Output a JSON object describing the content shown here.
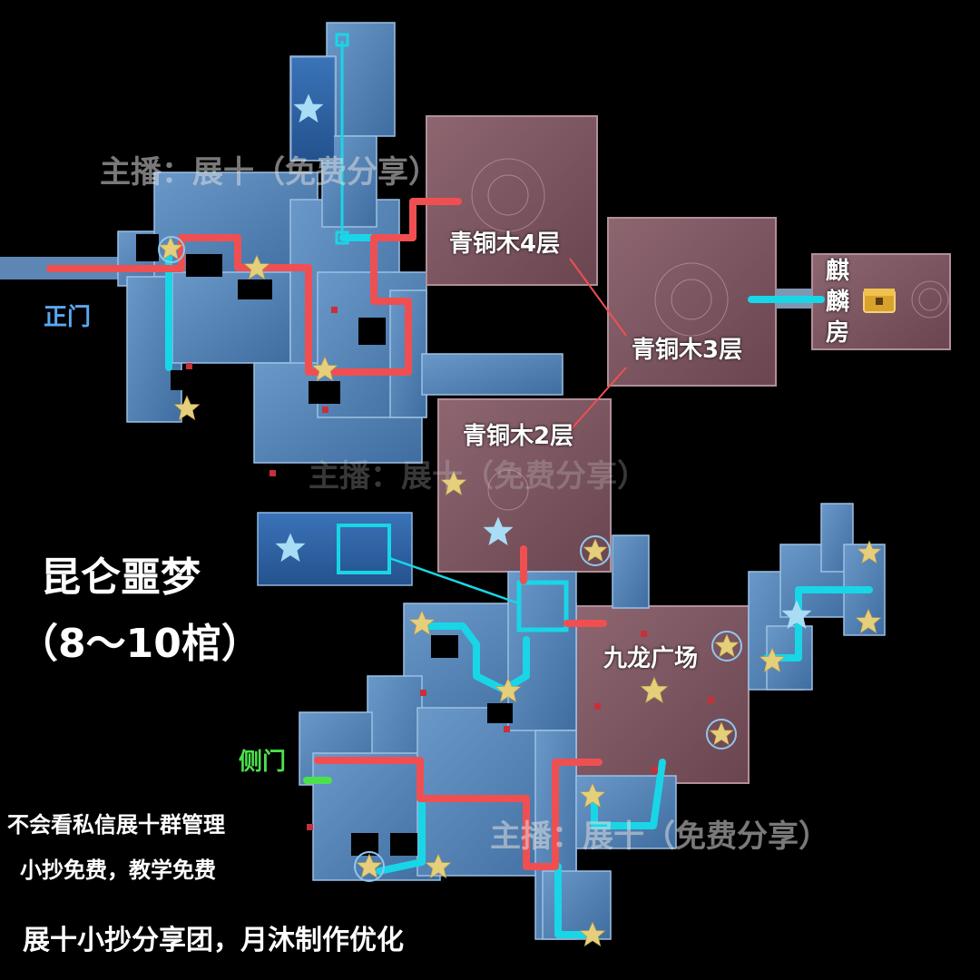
{
  "map": {
    "title": "昆仑噩梦",
    "subtitle": "（8～10棺）",
    "rooms": {
      "bronze_4": "青铜木4层",
      "bronze_3": "青铜木3层",
      "bronze_2": "青铜木2层",
      "qilin_1": "麒",
      "qilin_2": "麟",
      "qilin_3": "房",
      "nine_dragon": "九龙广场"
    },
    "entrances": {
      "main_gate": "正门",
      "side_gate": "侧门"
    },
    "watermark": "主播：展十（免费分享）",
    "notes": {
      "line1": "不会看私信展十群管理",
      "line2": "小抄免费，教学免费",
      "credit": "展十小抄分享团，月沐制作优化"
    },
    "colors": {
      "route_red": "#f04f52",
      "route_cyan": "#19d6e6",
      "side_gate_green": "#4ce14c",
      "main_gate_blue": "#5aa8f0",
      "room_blue": "#4d7cb3",
      "room_brown": "#7a5560",
      "star_gold": "#e6cf7a",
      "star_light": "#a9dcf5"
    },
    "icons": [
      "star-icon",
      "coffin-icon",
      "treasure-chest-icon",
      "trap-icon"
    ]
  }
}
